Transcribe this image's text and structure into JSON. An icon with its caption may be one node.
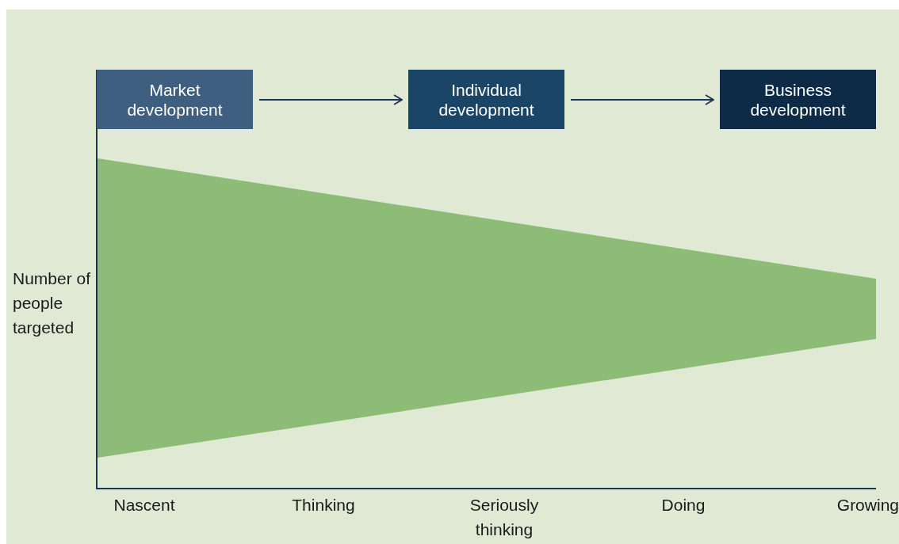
{
  "diagram": {
    "nodes": [
      {
        "text": [
          "Market development"
        ]
      },
      {
        "text": [
          "Individual development"
        ]
      },
      {
        "text": [
          "Business development"
        ]
      }
    ],
    "edges": [
      {
        "from": 0,
        "to": 1,
        "arrow": "to"
      },
      {
        "from": 1,
        "to": 2,
        "arrow": "to"
      }
    ],
    "labels": [
      "Number of people targeted",
      "Nascent",
      "Thinking",
      "Seriously thinking",
      "Doing",
      "Growing"
    ]
  }
}
